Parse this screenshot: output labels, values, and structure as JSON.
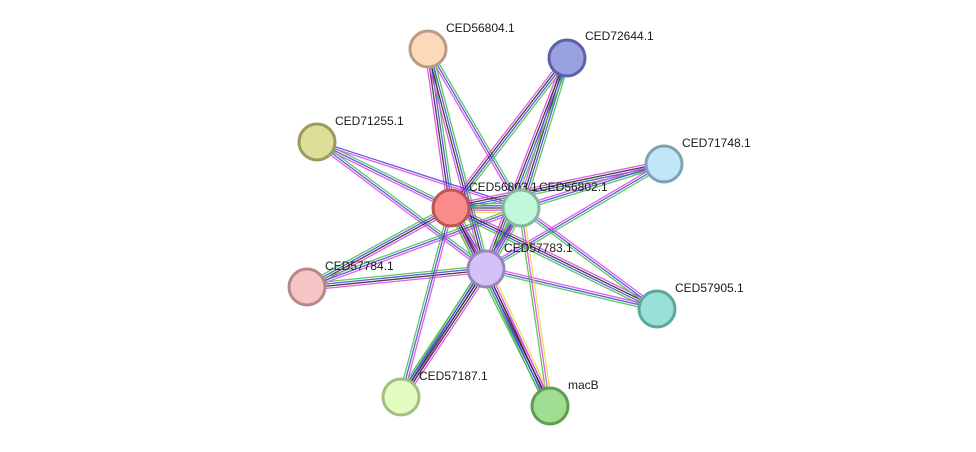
{
  "nodes": [
    {
      "id": "CED56804.1",
      "label": "CED56804.1",
      "fill": "#fcd9b8",
      "stroke": "#b89c84"
    },
    {
      "id": "CED72644.1",
      "label": "CED72644.1",
      "fill": "#9aa1e0",
      "stroke": "#5c62a5"
    },
    {
      "id": "CED71255.1",
      "label": "CED71255.1",
      "fill": "#dede98",
      "stroke": "#9a9a5c"
    },
    {
      "id": "CED71748.1",
      "label": "CED71748.1",
      "fill": "#c0e6f8",
      "stroke": "#7ea3b6"
    },
    {
      "id": "CED56803.1",
      "label": "CED56803.1",
      "fill": "#fb8b8b",
      "stroke": "#bd5555"
    },
    {
      "id": "CED56802.1",
      "label": "CED56802.1",
      "fill": "#c2f8da",
      "stroke": "#84b89a"
    },
    {
      "id": "CED57783.1",
      "label": "CED57783.1",
      "fill": "#d2c2f8",
      "stroke": "#9a86bb"
    },
    {
      "id": "CED57784.1",
      "label": "CED57784.1",
      "fill": "#f6c6c6",
      "stroke": "#b88888"
    },
    {
      "id": "CED57905.1",
      "label": "CED57905.1",
      "fill": "#99e1d8",
      "stroke": "#5da69c"
    },
    {
      "id": "CED57187.1",
      "label": "CED57187.1",
      "fill": "#e2fcc2",
      "stroke": "#a4c081"
    },
    {
      "id": "macB",
      "label": "macB",
      "fill": "#9fde90",
      "stroke": "#5e9c52"
    }
  ],
  "edges": [
    {
      "source": "CED56803.1",
      "target": "CED56802.1",
      "colors": [
        "#3fbf3f",
        "#3f3fdf",
        "#222222",
        "#df3fdf",
        "#dfdf3f"
      ]
    },
    {
      "source": "CED56803.1",
      "target": "CED57783.1",
      "colors": [
        "#3fbf3f",
        "#3f3fdf",
        "#222222",
        "#df3fdf",
        "#dfdf3f"
      ]
    },
    {
      "source": "CED56802.1",
      "target": "CED57783.1",
      "colors": [
        "#3fbf3f",
        "#3f3fdf",
        "#222222",
        "#df3fdf",
        "#dfdf3f"
      ]
    },
    {
      "source": "CED56804.1",
      "target": "CED56803.1",
      "colors": [
        "#3fbf3f",
        "#3f3fdf",
        "#222222",
        "#df3fdf"
      ]
    },
    {
      "source": "CED56804.1",
      "target": "CED56802.1",
      "colors": [
        "#3fbf3f",
        "#3f3fdf",
        "#df3fdf"
      ]
    },
    {
      "source": "CED56804.1",
      "target": "CED57783.1",
      "colors": [
        "#3fbf3f",
        "#3f3fdf",
        "#222222",
        "#df3fdf"
      ]
    },
    {
      "source": "CED72644.1",
      "target": "CED56803.1",
      "colors": [
        "#3fbf3f",
        "#3f3fdf",
        "#222222",
        "#df3fdf"
      ]
    },
    {
      "source": "CED72644.1",
      "target": "CED56802.1",
      "colors": [
        "#3fbf3f",
        "#3f3fdf",
        "#222222",
        "#df3fdf"
      ]
    },
    {
      "source": "CED72644.1",
      "target": "CED57783.1",
      "colors": [
        "#3fbf3f",
        "#3f3fdf",
        "#222222",
        "#df3fdf"
      ]
    },
    {
      "source": "CED71255.1",
      "target": "CED56803.1",
      "colors": [
        "#3fbf3f",
        "#3f3fdf",
        "#df3fdf"
      ]
    },
    {
      "source": "CED71255.1",
      "target": "CED56802.1",
      "colors": [
        "#3f3fdf",
        "#df3fdf"
      ]
    },
    {
      "source": "CED71255.1",
      "target": "CED57783.1",
      "colors": [
        "#3fbf3f",
        "#3f3fdf",
        "#df3fdf"
      ]
    },
    {
      "source": "CED71748.1",
      "target": "CED56803.1",
      "colors": [
        "#3fbf3f",
        "#3f3fdf",
        "#222222",
        "#df3fdf"
      ]
    },
    {
      "source": "CED71748.1",
      "target": "CED56802.1",
      "colors": [
        "#3fbf3f",
        "#3f3fdf",
        "#df3fdf"
      ]
    },
    {
      "source": "CED71748.1",
      "target": "CED57783.1",
      "colors": [
        "#3fbf3f",
        "#3f3fdf",
        "#df3fdf"
      ]
    },
    {
      "source": "CED57784.1",
      "target": "CED56803.1",
      "colors": [
        "#3fbf3f",
        "#3f3fdf",
        "#222222",
        "#df3fdf"
      ]
    },
    {
      "source": "CED57784.1",
      "target": "CED56802.1",
      "colors": [
        "#3fbf3f",
        "#3f3fdf",
        "#df3fdf"
      ]
    },
    {
      "source": "CED57784.1",
      "target": "CED57783.1",
      "colors": [
        "#3fbf3f",
        "#3f3fdf",
        "#222222",
        "#df3fdf"
      ]
    },
    {
      "source": "CED57905.1",
      "target": "CED56803.1",
      "colors": [
        "#3fbf3f",
        "#3f3fdf",
        "#222222",
        "#df3fdf"
      ]
    },
    {
      "source": "CED57905.1",
      "target": "CED56802.1",
      "colors": [
        "#3fbf3f",
        "#3f3fdf",
        "#df3fdf"
      ]
    },
    {
      "source": "CED57905.1",
      "target": "CED57783.1",
      "colors": [
        "#3fbf3f",
        "#3f3fdf",
        "#df3fdf"
      ]
    },
    {
      "source": "CED57187.1",
      "target": "CED56803.1",
      "colors": [
        "#3fbf3f",
        "#3f3fdf",
        "#df3fdf"
      ]
    },
    {
      "source": "CED57187.1",
      "target": "CED56802.1",
      "colors": [
        "#3fbf3f",
        "#3f3fdf",
        "#df3fdf"
      ]
    },
    {
      "source": "CED57187.1",
      "target": "CED57783.1",
      "colors": [
        "#3fbf3f",
        "#3f3fdf",
        "#222222",
        "#222222",
        "#df3fdf"
      ]
    },
    {
      "source": "macB",
      "target": "CED56803.1",
      "colors": [
        "#3fbf3f",
        "#3f3fdf",
        "#222222",
        "#df3fdf"
      ]
    },
    {
      "source": "macB",
      "target": "CED56802.1",
      "colors": [
        "#3fbf3f",
        "#df3fdf",
        "#dfdf3f"
      ]
    },
    {
      "source": "macB",
      "target": "CED57783.1",
      "colors": [
        "#3fbf3f",
        "#3f3fdf",
        "#222222",
        "#df3fdf",
        "#dfdf3f"
      ]
    }
  ]
}
